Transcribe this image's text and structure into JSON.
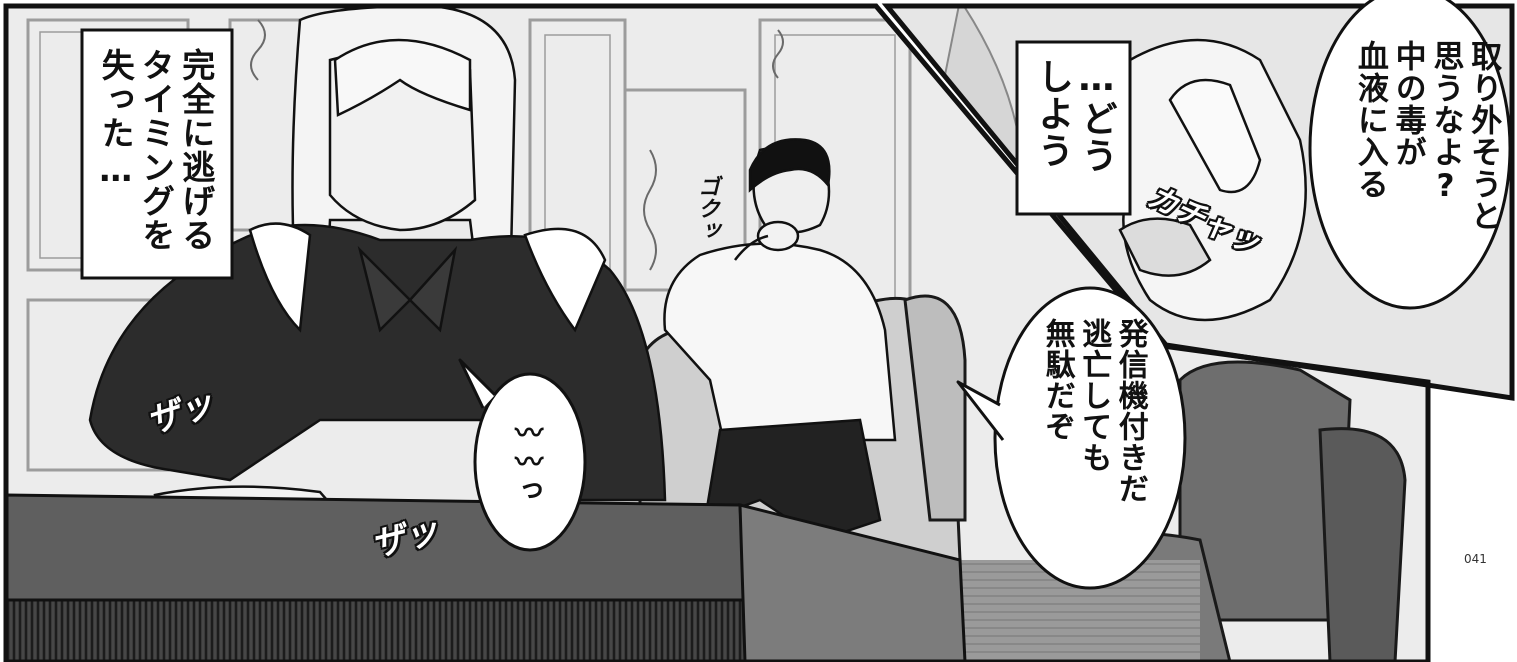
{
  "colors": {
    "ink": "#111111",
    "paper": "#ffffff",
    "wall": "#e9e9e9",
    "dark_tone": "#2e2e2e",
    "mid_tone": "#8a8a8a"
  },
  "panels": {
    "main": {
      "narration": "完全に逃げる\nタイミングを\n失った…",
      "speech_maid": "〰〰っ",
      "speech_man": "発信機付きだ\n逃亡しても\n無駄だぞ",
      "sfx_gulp": "ゴクッ",
      "sfx_za_1": "ザッ",
      "sfx_za_2": "ザッ"
    },
    "inset": {
      "narration": "…どう\nしよう",
      "speech_warning": "取り外そうと\n思うなよ?\n中の毒が\n血液に入る",
      "sfx_click": "カチャッ"
    }
  },
  "page_number": "041"
}
